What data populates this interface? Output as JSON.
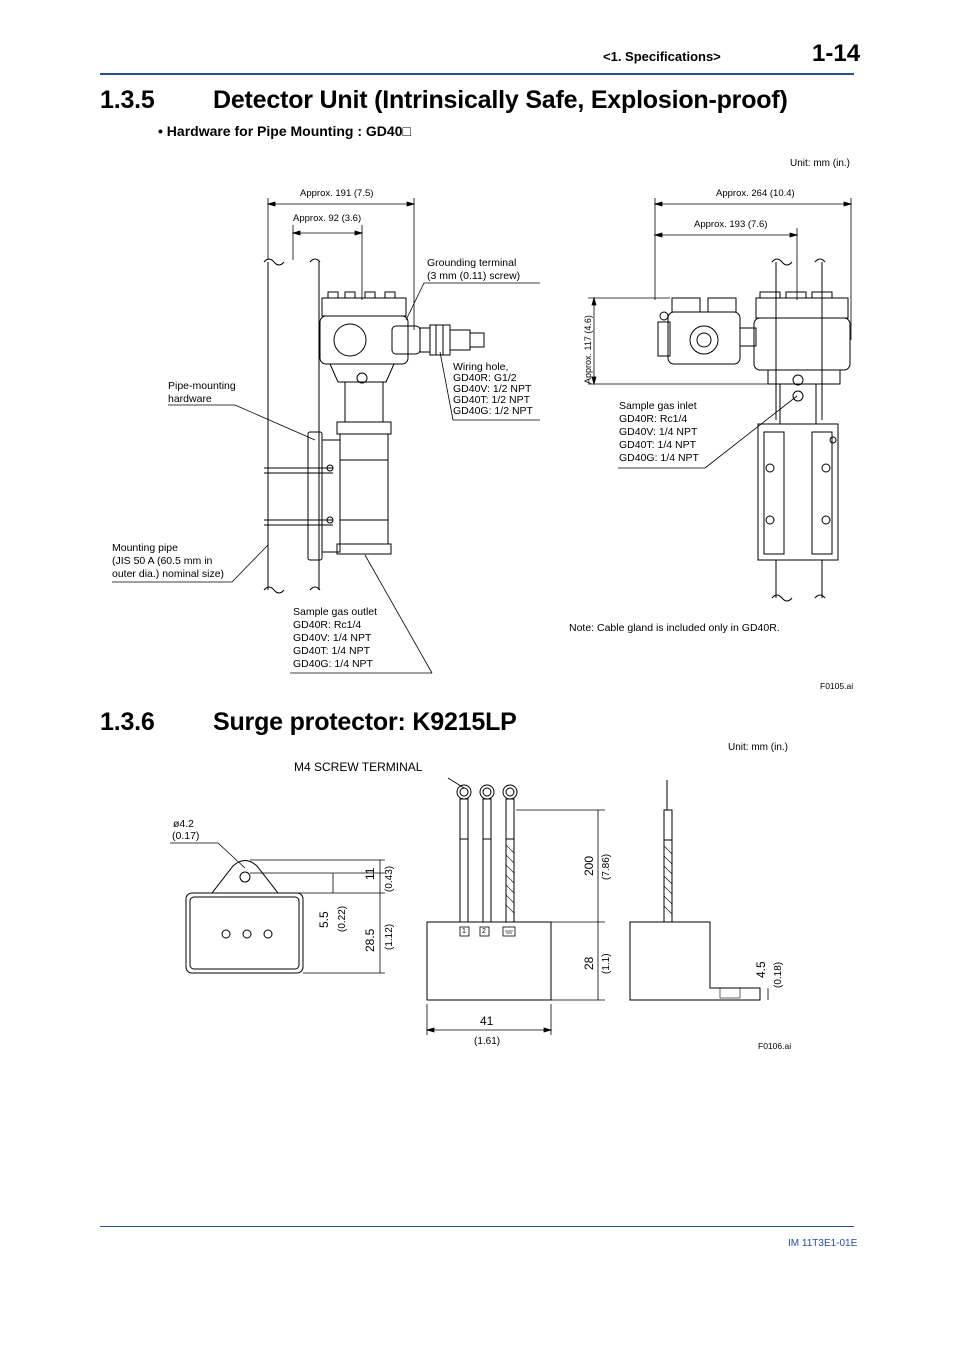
{
  "header": {
    "section": "<1. Specifications>",
    "page": "1-14"
  },
  "s135": {
    "number": "1.3.5",
    "title": "Detector Unit (Intrinsically Safe, Explosion-proof)",
    "subtitle": "• Hardware for Pipe Mounting : GD40□",
    "unit": "Unit: mm (in.)",
    "dim_191": "Approx. 191 (7.5)",
    "dim_92": "Approx. 92 (3.6)",
    "dim_264": "Approx. 264 (10.4)",
    "dim_193": "Approx. 193 (7.6)",
    "dim_117": "Approx. 117 (4.6)",
    "grounding": [
      "Grounding terminal",
      "(3 mm (0.11) screw)"
    ],
    "wiring": [
      "Wiring hole,",
      "GD40R: G1/2",
      "GD40V: 1/2 NPT",
      "GD40T: 1/2 NPT",
      "GD40G: 1/2 NPT"
    ],
    "pipe_hw": [
      "Pipe-mounting",
      "hardware"
    ],
    "mount_pipe": [
      "Mounting pipe",
      "(JIS 50 A (60.5 mm in",
      "outer dia.) nominal size)"
    ],
    "outlet": [
      "Sample gas outlet",
      "GD40R: Rc1/4",
      "GD40V: 1/4 NPT",
      "GD40T: 1/4 NPT",
      "GD40G: 1/4 NPT"
    ],
    "inlet": [
      "Sample gas inlet",
      "GD40R: Rc1/4",
      "GD40V: 1/4 NPT",
      "GD40T: 1/4 NPT",
      "GD40G: 1/4 NPT"
    ],
    "note": "Note: Cable gland is included only in GD40R.",
    "fig_id": "F0105.ai"
  },
  "s136": {
    "number": "1.3.6",
    "title": "Surge protector: K9215LP",
    "unit": "Unit: mm (in.)",
    "terminal": "M4 SCREW TERMINAL",
    "dia": "ø4.2",
    "dia_in": "(0.17)",
    "d11": "11",
    "d11_in": "(0.43)",
    "d55": "5.5",
    "d55_in": "(0.22)",
    "d285": "28.5",
    "d285_in": "(1.12)",
    "d200": "200",
    "d200_in": "(7.86)",
    "d28": "28",
    "d28_in": "(1.1)",
    "d41": "41",
    "d41_in": "(1.61)",
    "d45": "4.5",
    "d45_in": "(0.18)",
    "t1": "1",
    "t2": "2",
    "fig_id": "F0106.ai"
  },
  "footer": {
    "doc": "IM 11T3E1-01E"
  },
  "colors": {
    "accent": "#1e4fa0"
  }
}
